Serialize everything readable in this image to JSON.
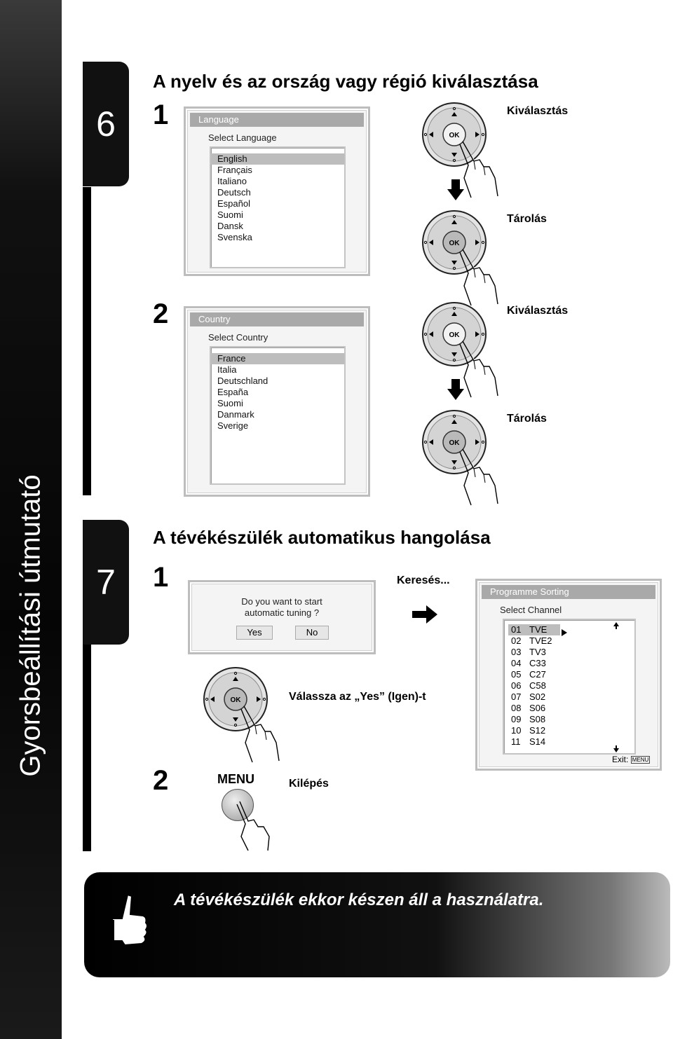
{
  "sidebar": {
    "title": "Gyorsbeállítási útmutató"
  },
  "section6": {
    "number": "6",
    "title": "A nyelv és az ország vagy régió kiválasztása",
    "step1": {
      "num": "1",
      "menu_title": "Language",
      "menu_label": "Select  Language",
      "items": [
        "English",
        "Français",
        "Italiano",
        "Deutsch",
        "Español",
        "Suomi",
        "Dansk",
        "Svenska"
      ],
      "selected_index": 0,
      "caption_select": "Kiválasztás",
      "caption_store": "Tárolás"
    },
    "step2": {
      "num": "2",
      "menu_title": "Country",
      "menu_label": "Select  Country",
      "items": [
        "France",
        "Italia",
        "Deutschland",
        "España",
        "Suomi",
        "Danmark",
        "Sverige"
      ],
      "selected_index": 0,
      "caption_select": "Kiválasztás",
      "caption_store": "Tárolás"
    }
  },
  "section7": {
    "number": "7",
    "title": "A tévékészülék automatikus hangolása",
    "step1": {
      "num": "1",
      "dialog_line1": "Do  you  want  to  start",
      "dialog_line2": "automatic  tuning ?",
      "yes_label": "Yes",
      "no_label": "No",
      "searching": "Keresés...",
      "choose_caption": "Válassza az „Yes” (Igen)-t"
    },
    "programme": {
      "menu_title": "Programme  Sorting",
      "menu_label": "Select Channel",
      "channels": [
        {
          "num": "01",
          "name": "TVE"
        },
        {
          "num": "02",
          "name": "TVE2"
        },
        {
          "num": "03",
          "name": "TV3"
        },
        {
          "num": "04",
          "name": "C33"
        },
        {
          "num": "05",
          "name": "C27"
        },
        {
          "num": "06",
          "name": "C58"
        },
        {
          "num": "07",
          "name": "S02"
        },
        {
          "num": "08",
          "name": "S06"
        },
        {
          "num": "09",
          "name": "S08"
        },
        {
          "num": "10",
          "name": "S12"
        },
        {
          "num": "11",
          "name": "S14"
        }
      ],
      "selected_index": 0,
      "exit_label": "Exit:",
      "exit_key": "MENU"
    },
    "step2": {
      "num": "2",
      "menu_button": "MENU",
      "caption": "Kilépés"
    }
  },
  "remote": {
    "ok_label": "OK"
  },
  "banner": {
    "text": "A tévékészülék ekkor készen áll a használatra."
  }
}
